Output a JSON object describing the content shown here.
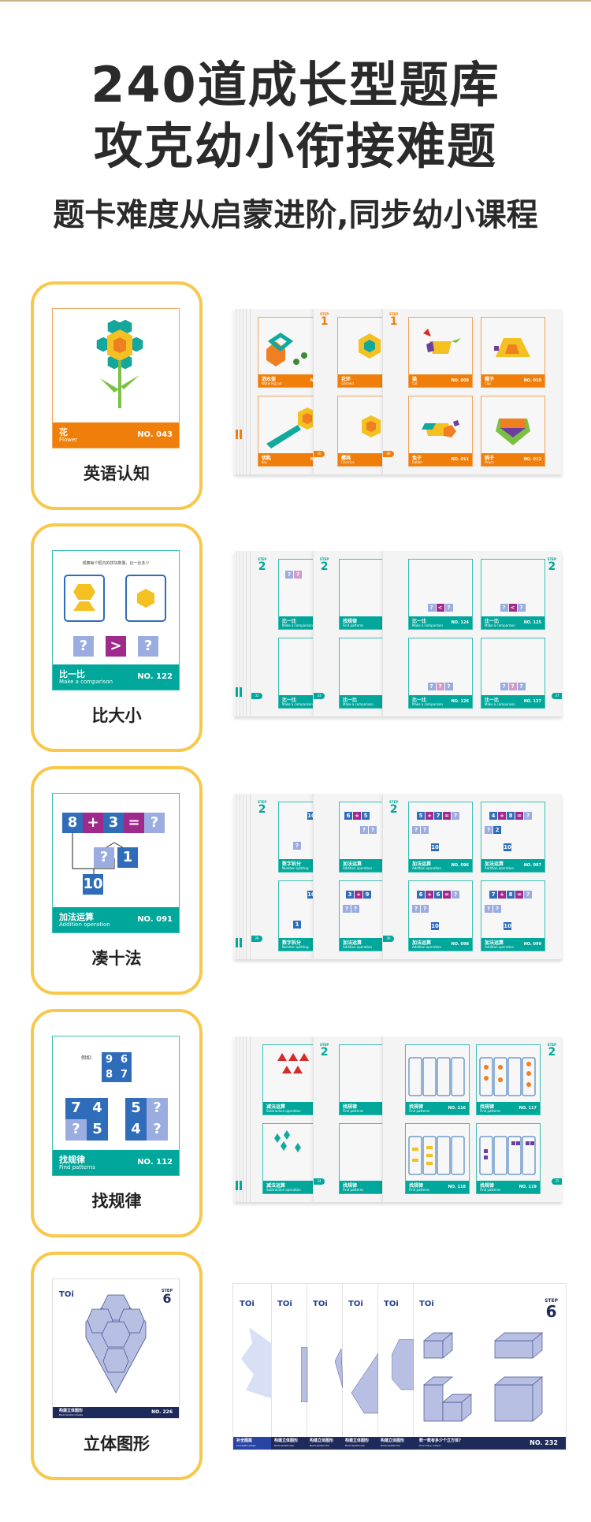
{
  "header": {
    "line1": "240道成长型题库",
    "line2": "攻克幼小衔接难题",
    "subtitle": "题卡难度从启蒙进阶,同步幼小课程"
  },
  "colors": {
    "frame": "#f9c84a",
    "orange": "#ef7f0a",
    "teal": "#00a79a",
    "navy": "#1e2a5a",
    "blue": "#2f6cb9",
    "pale_blue": "#9bace0",
    "magenta": "#a0298c"
  },
  "sections": [
    {
      "category": "英语认知",
      "card": {
        "title_cn": "花",
        "title_en": "Flower",
        "number": "NO. 043"
      },
      "spread": {
        "step": "1",
        "page_nums": [
          "10",
          "09"
        ],
        "minis": [
          {
            "cn": "洒水壶",
            "en": "Watering pot",
            "no": "NO."
          },
          {
            "cn": "钥匙",
            "en": "Key",
            "no": "NO."
          },
          {
            "cn": "花环",
            "en": "Garland",
            "no": ""
          },
          {
            "cn": "樱桃",
            "en": "Cherries",
            "no": ""
          },
          {
            "cn": "猫",
            "en": "Cat",
            "no": "NO. 009"
          },
          {
            "cn": "帽子",
            "en": "Cap",
            "no": "NO. 010"
          },
          {
            "cn": "兔子",
            "en": "Rabbit",
            "no": "NO. 011"
          },
          {
            "cn": "桃子",
            "en": "Peach",
            "no": "NO. 012"
          }
        ]
      }
    },
    {
      "category": "比大小",
      "card": {
        "title_cn": "比一比",
        "title_en": "Make a comparison",
        "number": "NO. 122",
        "instruction": "观察每个框内的饼块数量，比一比多少",
        "symbol": ">",
        "q": "?"
      },
      "spread": {
        "step": "2",
        "page_nums": [
          "32",
          "33",
          "37"
        ],
        "minis": [
          {
            "cn": "比一比",
            "en": "Make a comparison",
            "no": ""
          },
          {
            "cn": "比一比",
            "en": "Make a comparison",
            "no": ""
          },
          {
            "cn": "找规律",
            "en": "Find patterns",
            "no": ""
          },
          {
            "cn": "比一比",
            "en": "Make a comparison",
            "no": ""
          },
          {
            "cn": "比一比",
            "en": "Make a comparison",
            "no": "NO. 124",
            "sym": "<"
          },
          {
            "cn": "比一比",
            "en": "Make a comparison",
            "no": "NO. 125",
            "sym": "<"
          },
          {
            "cn": "比一比",
            "en": "Make a comparison",
            "no": "NO. 126",
            "sym": "?"
          },
          {
            "cn": "比一比",
            "en": "Make a comparison",
            "no": "NO. 127",
            "sym": "?"
          }
        ]
      }
    },
    {
      "category": "凑十法",
      "card": {
        "title_cn": "加法运算",
        "title_en": "Addition operation",
        "number": "NO. 091",
        "equation": [
          "8",
          "+",
          "3",
          "=",
          "?"
        ],
        "split": [
          "?",
          "1"
        ],
        "sum": "10"
      },
      "spread": {
        "step": "2",
        "page_nums": [
          "28",
          "30"
        ],
        "minis": [
          {
            "cn": "数字拆分",
            "en": "Number splitting",
            "no": "",
            "eq": [
              "10"
            ],
            "split": [
              "?"
            ]
          },
          {
            "cn": "数字拆分",
            "en": "Number splitting",
            "no": "",
            "eq": [
              "10"
            ],
            "split": [
              "1"
            ]
          },
          {
            "cn": "加法运算",
            "en": "Addition operation",
            "no": "",
            "eq": [
              "6",
              "+",
              "5"
            ],
            "split": [
              "?",
              "?"
            ]
          },
          {
            "cn": "加法运算",
            "en": "Addition operation",
            "no": "",
            "eq": [
              "3",
              "+",
              "9"
            ],
            "split": [
              "?",
              "?"
            ]
          },
          {
            "cn": "加法运算",
            "en": "Addition operation",
            "no": "NO. 096",
            "eq": [
              "5",
              "+",
              "7",
              "=",
              "?"
            ],
            "split": [
              "?",
              "?"
            ]
          },
          {
            "cn": "加法运算",
            "en": "Addition operation",
            "no": "NO. 097",
            "eq": [
              "4",
              "+",
              "8",
              "=",
              "?"
            ],
            "split": [
              "?",
              "2"
            ]
          },
          {
            "cn": "加法运算",
            "en": "Addition operation",
            "no": "NO. 098",
            "eq": [
              "6",
              "+",
              "6",
              "=",
              "?"
            ],
            "split": [
              "?",
              "?"
            ]
          },
          {
            "cn": "加法运算",
            "en": "Addition operation",
            "no": "NO. 099",
            "eq": [
              "7",
              "+",
              "8",
              "=",
              "?"
            ],
            "split": [
              "?",
              "?"
            ]
          }
        ]
      }
    },
    {
      "category": "找规律",
      "card": {
        "title_cn": "找规律",
        "title_en": "Find patterns",
        "number": "NO. 112",
        "example_label": "例如:",
        "example": [
          "9",
          "6",
          "8",
          "7"
        ],
        "grid_a": [
          "7",
          "4",
          "?",
          "5"
        ],
        "grid_b": [
          "5",
          "?",
          "4",
          "?"
        ]
      },
      "spread": {
        "step": "2",
        "page_nums": [
          "34",
          "35"
        ],
        "minis": [
          {
            "cn": "减法运算",
            "en": "Subtraction operation",
            "no": "NO."
          },
          {
            "cn": "减法运算",
            "en": "Subtraction operation",
            "no": "NO."
          },
          {
            "cn": "找规律",
            "en": "Find patterns",
            "no": ""
          },
          {
            "cn": "找规律",
            "en": "Find patterns",
            "no": ""
          },
          {
            "cn": "找规律",
            "en": "Find patterns",
            "no": "NO. 116"
          },
          {
            "cn": "找规律",
            "en": "Find patterns",
            "no": "NO. 117"
          },
          {
            "cn": "找规律",
            "en": "Find patterns",
            "no": "NO. 118"
          },
          {
            "cn": "找规律",
            "en": "Find patterns",
            "no": "NO. 119"
          }
        ]
      }
    },
    {
      "category": "立体图形",
      "card": {
        "brand": "TOi",
        "step_label": "STEP",
        "step": "6",
        "title_cn": "构建立体图形",
        "title_en": "Build spatial shapes",
        "number": "NO. 226"
      },
      "spread": {
        "brand": "TOi",
        "step_label": "STEP",
        "step": "6",
        "pages": [
          {
            "cn": "补全图案",
            "en": "Complete shape"
          },
          {
            "cn": "构建立体图形",
            "en": "Build spatial sha"
          },
          {
            "cn": "构建立体图形",
            "en": "Build spatial sha"
          },
          {
            "cn": "构建立体图形",
            "en": "Build spatial sha"
          },
          {
            "cn": "构建立体图形",
            "en": "Build spatial sha"
          },
          {
            "cn": "数一数有多少个立方体?",
            "en": "How many cubes?",
            "no": "NO. 232"
          }
        ]
      }
    }
  ]
}
